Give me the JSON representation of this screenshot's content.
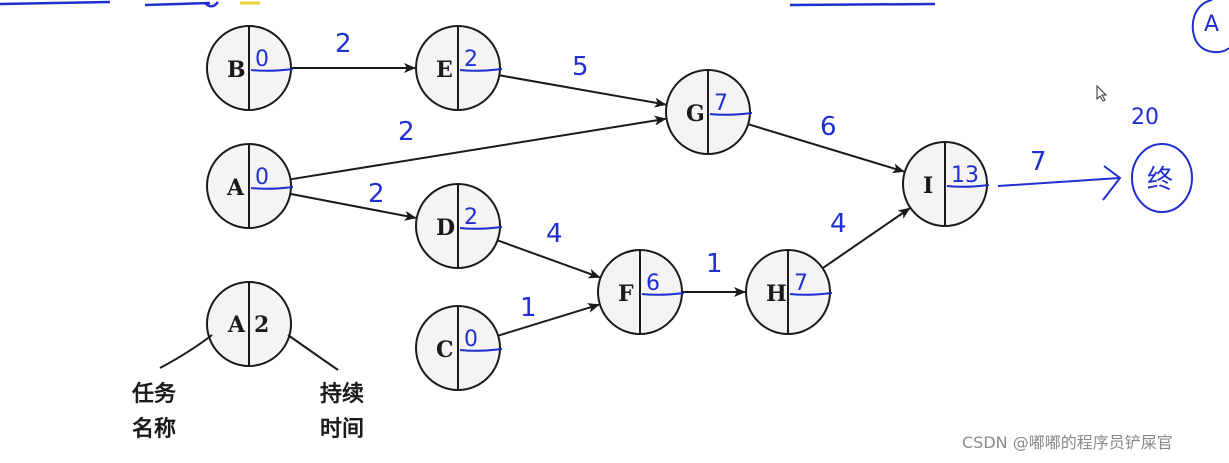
{
  "nodes": [
    {
      "id": "B",
      "value": "0"
    },
    {
      "id": "E",
      "value": "2"
    },
    {
      "id": "G",
      "value": "7"
    },
    {
      "id": "A",
      "value": "0"
    },
    {
      "id": "D",
      "value": "2"
    },
    {
      "id": "I",
      "value": "13"
    },
    {
      "id": "F",
      "value": "6"
    },
    {
      "id": "H",
      "value": "7"
    },
    {
      "id": "C",
      "value": "0"
    }
  ],
  "edges": [
    {
      "from": "B",
      "to": "E",
      "weight": "2"
    },
    {
      "from": "E",
      "to": "G",
      "weight": "5"
    },
    {
      "from": "A",
      "to": "G",
      "weight": "2"
    },
    {
      "from": "A",
      "to": "D",
      "weight": "2"
    },
    {
      "from": "G",
      "to": "I",
      "weight": "6"
    },
    {
      "from": "D",
      "to": "F",
      "weight": "4"
    },
    {
      "from": "C",
      "to": "F",
      "weight": "1"
    },
    {
      "from": "F",
      "to": "H",
      "weight": "1"
    },
    {
      "from": "H",
      "to": "I",
      "weight": "4"
    },
    {
      "from": "I",
      "to": "end",
      "weight": "7"
    }
  ],
  "end_node": {
    "label": "终",
    "total": "20"
  },
  "corner_mark": "A",
  "legend": {
    "task_letter": "A",
    "duration": "2",
    "left_label_line1": "任务",
    "left_label_line2": "名称",
    "right_label_line1": "持续",
    "right_label_line2": "时间"
  },
  "watermark": "CSDN @嘟嘟的程序员铲屎官",
  "colors": {
    "ink": "#1a1a1a",
    "pen": "#1f2fd0",
    "node_fill": "#f4f4f4",
    "watermark": "#8a8a8a"
  }
}
